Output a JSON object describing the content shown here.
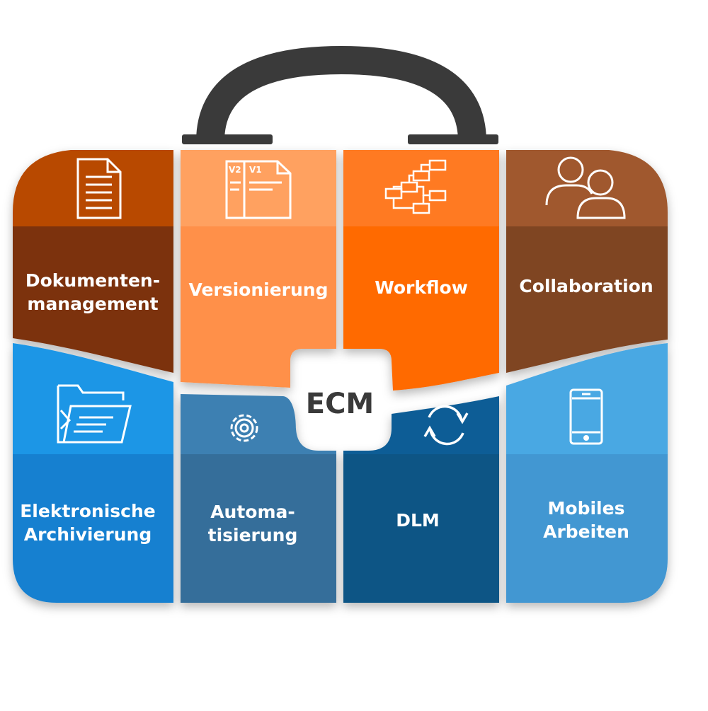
{
  "center": {
    "label": "ECM"
  },
  "version_tags": {
    "v2": "V2",
    "v1": "V1"
  },
  "tiles": [
    {
      "id": "dokumentenmanagement",
      "lines": [
        "Dokumenten-",
        "management"
      ],
      "icon": "document-icon",
      "top_color": "#b84a06",
      "bottom_color": "#7b3210"
    },
    {
      "id": "versionierung",
      "lines": [
        "Versionierung"
      ],
      "icon": "versions-icon",
      "top_color": "#ffa161",
      "bottom_color": "#ff9048"
    },
    {
      "id": "workflow",
      "lines": [
        "Workflow"
      ],
      "icon": "workflow-icon",
      "top_color": "#ff7a22",
      "bottom_color": "#ff6a00"
    },
    {
      "id": "collaboration",
      "lines": [
        "Collaboration"
      ],
      "icon": "people-icon",
      "top_color": "#a0582d",
      "bottom_color": "#7f4522"
    },
    {
      "id": "elektronische-archivierung",
      "lines": [
        "Elektronische",
        "Archivierung"
      ],
      "icon": "folder-icon",
      "top_color": "#1a96e6",
      "bottom_color": "#1580d0"
    },
    {
      "id": "automatisierung",
      "lines": [
        "Automa-",
        "tisierung"
      ],
      "icon": "gear-icon",
      "top_color": "#3d80b2",
      "bottom_color": "#346e9a"
    },
    {
      "id": "dlm",
      "lines": [
        "DLM"
      ],
      "icon": "refresh-icon",
      "top_color": "#0c5d96",
      "bottom_color": "#075485"
    },
    {
      "id": "mobiles-arbeiten",
      "lines": [
        "Mobiles",
        "Arbeiten"
      ],
      "icon": "smartphone-icon",
      "top_color": "#4aa8e3",
      "bottom_color": "#4397d2"
    }
  ],
  "handle_color": "#3a3a3a"
}
